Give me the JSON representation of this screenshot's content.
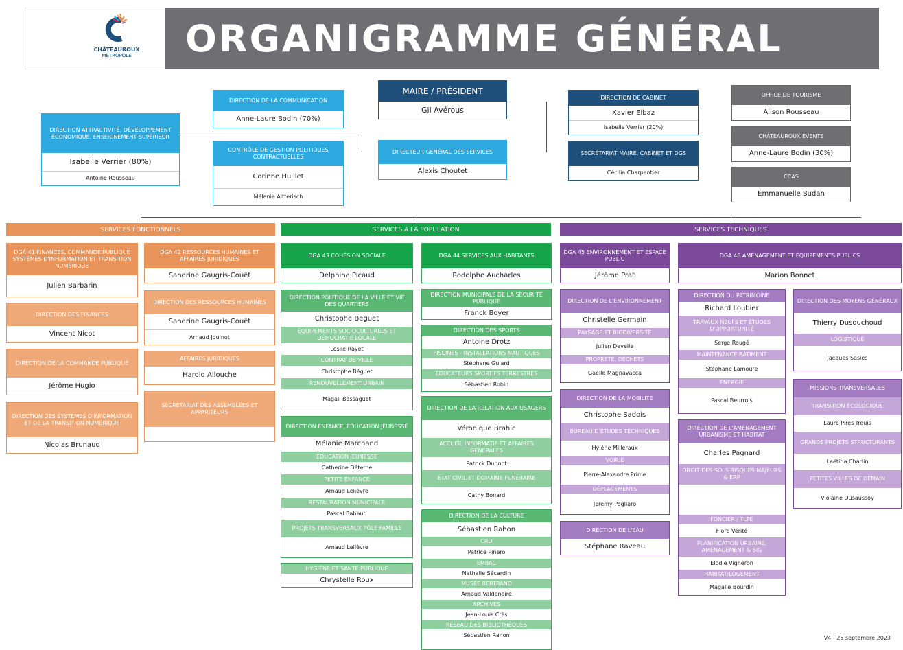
{
  "header": {
    "logo_line1": "CHÂTEAUROUX",
    "logo_line2": "MÉTROPOLE",
    "title": "ORGANIGRAMME GÉNÉRAL"
  },
  "top": {
    "attract": {
      "title": "DIRECTION ATTRACTIVITÉ, DÉVELOPPEMENT ÉCONOMIQUE, ENSEIGNEMENT SUPÉRIEUR",
      "name": "Isabelle Verrier (80%)",
      "sub": "Antoine Rousseau"
    },
    "comm": {
      "title": "DIRECTION DE LA COMMUNICATION",
      "name": "Anne-Laure Bodin (70%)"
    },
    "controle": {
      "title": "CONTRÔLE DE GESTION POLITIQUES CONTRACTUELLES",
      "name": "Corinne Huillet",
      "sub": "Mélanie Aitterisch"
    },
    "maire": {
      "title": "MAIRE / PRÉSIDENT",
      "name": "Gil Avérous"
    },
    "dgs": {
      "title": "DIRECTEUR GÉNÉRAL DES SERVICES",
      "name": "Alexis Choutet"
    },
    "cabinet": {
      "title": "DIRECTION DE CABINET",
      "name": "Xavier Elbaz",
      "sub": "Isabelle Verrier (20%)"
    },
    "secretariat": {
      "title": "SECRÉTARIAT MAIRE, CABINET ET DGS",
      "name": "Cécilia Charpentier"
    },
    "tourisme": {
      "title": "OFFICE DE TOURISME",
      "name": "Alison Rousseau"
    },
    "events": {
      "title": "CHÂTEAUROUX EVENTS",
      "name": "Anne-Laure Bodin (30%)"
    },
    "ccas": {
      "title": "CCAS",
      "name": "Emmanuelle Budan"
    }
  },
  "sections": {
    "fonctionnels": "SERVICES FONCTIONNELS",
    "population": "SERVICES À LA POPULATION",
    "techniques": "SERVICES TECHNIQUES"
  },
  "col1": {
    "dga1": {
      "title": "DGA 41 FINANCES, COMMANDE PUBLIQUE SYSTÈMES D'INFORMATION ET TRANSITION NUMÉRIQUE",
      "name": "Julien Barbarin"
    },
    "fin": {
      "title": "DIRECTION DES FINANCES",
      "name": "Vincent Nicot"
    },
    "cp": {
      "title": "DIRECTION DE LA COMMANDE PUBLIQUE",
      "name": "Jérôme Hugio"
    },
    "si": {
      "title": "DIRECTION DES SYSTÈMES D'INFORMATION ET DE LA TRANSITION NUMÉRIQUE",
      "name": "Nicolas Brunaud"
    }
  },
  "col2": {
    "dga2": {
      "title": "DGA 42 RESSOURCES HUMAINES ET AFFAIRES JURIDIQUES",
      "name": "Sandrine Gaugris-Couët"
    },
    "rh": {
      "title": "DIRECTION DES RESSOURCES HUMAINES",
      "name": "Sandrine Gaugris-Couët",
      "sub": "Arnaud Jouinot"
    },
    "aj": {
      "title": "AFFAIRES JURIDIQUES",
      "name": "Harold Allouche"
    },
    "sec": {
      "title": "SECRÉTARIAT DES ASSEMBLÉES ET APPARITEURS",
      "name": ""
    }
  },
  "col3": {
    "dga3": {
      "title": "DGA 43 COHÉSION SOCIALE",
      "name": "Delphine Picaud"
    },
    "pv": {
      "title": "DIRECTION POLITIQUE DE LA VILLE ET VIE DES QUARTIERS",
      "name": "Christophe Beguet",
      "items": [
        {
          "t": "ÉQUIPEMENTS SOCIOCULTURELS ET DÉMOCRATIE LOCALE",
          "n": "Leslie Rayet"
        },
        {
          "t": "CONTRAT DE VILLE",
          "n": "Christophe Béguet"
        },
        {
          "t": "RENOUVELLEMENT URBAIN",
          "n": "Magali Bessaguet"
        }
      ]
    },
    "enf": {
      "title": "DIRECTION ENFANCE, ÉDUCATION JEUNESSE",
      "name": "Mélanie Marchand",
      "items": [
        {
          "t": "ÉDUCATION JEUNESSE",
          "n": "Catherine Déteme"
        },
        {
          "t": "PETITE ENFANCE",
          "n": "Arnaud Lelièvre"
        },
        {
          "t": "RESTAURATION MUNICIPALE",
          "n": "Pascal Babaud"
        },
        {
          "t": "PROJETS TRANSVERSAUX PÔLE FAMILLE",
          "n": "Arnaud Lelièvre"
        }
      ]
    },
    "hyg": {
      "title": "HYGIÈNE ET SANTÉ PUBLIQUE",
      "name": "Chrystelle Roux"
    }
  },
  "col4": {
    "dga4": {
      "title": "DGA 44 SERVICES AUX HABITANTS",
      "name": "Rodolphe Aucharles"
    },
    "secu": {
      "title": "DIRECTION MUNICIPALE DE LA SÉCURITÉ PUBLIQUE",
      "name": "Franck Boyer"
    },
    "sport": {
      "title": "DIRECTION DES SPORTS",
      "name": "Antoine Drotz",
      "items": [
        {
          "t": "PISCINES - INSTALLATIONS NAUTIQUES",
          "n": "Stéphane Gulard"
        },
        {
          "t": "ÉDUCATEURS SPORTIFS TERRESTRES",
          "n": "Sébastien Robin"
        }
      ]
    },
    "rel": {
      "title": "DIRECTION DE LA RELATION AUX USAGERS",
      "name": "Véronique Brahic",
      "items": [
        {
          "t": "ACCUEIL INFORMATIF ET AFFAIRES GÉNÉRALES",
          "n": "Patrick Dupont"
        },
        {
          "t": "ÉTAT CIVIL ET DOMAINE FUNÉRAIRE",
          "n": "Cathy Bonard"
        }
      ]
    },
    "cult": {
      "title": "DIRECTION DE LA CULTURE",
      "name": "Sébastien Rahon",
      "items": [
        {
          "t": "CRD",
          "n": "Patrice Pinero"
        },
        {
          "t": "EMBAC",
          "n": "Nathalie Sécardin"
        },
        {
          "t": "MUSÉE BERTRAND",
          "n": "Arnaud Valdenaire"
        },
        {
          "t": "ARCHIVES",
          "n": "Jean-Louis Crès"
        },
        {
          "t": "RÉSEAU DES BIBLIOTHÈQUES",
          "n": "Sébastien Rahon"
        }
      ]
    }
  },
  "col5": {
    "dga5": {
      "title": "DGA 45 ENVIRONNEMENT ET ESPACE PUBLIC",
      "name": "Jérôme Prat"
    },
    "env": {
      "title": "DIRECTION DE L'ENVIRONNEMENT",
      "name": "Christelle Germain",
      "items": [
        {
          "t": "PAYSAGE ET BIODIVERSITÉ",
          "n": "Julien Develle"
        },
        {
          "t": "PROPRETÉ, DÉCHETS",
          "n": "Gaëlle Magnavacca"
        }
      ]
    },
    "mob": {
      "title": "DIRECTION DE LA MOBILITÉ",
      "name": "Christophe Sadois",
      "items": [
        {
          "t": "BUREAU D'ÉTUDES TECHNIQUES",
          "n": "Hyléne Milleraux"
        },
        {
          "t": "VOIRIE",
          "n": "Pierre-Alexandre Prime"
        },
        {
          "t": "DÉPLACEMENTS",
          "n": "Jeremy Pogliaro"
        }
      ]
    },
    "eau": {
      "title": "DIRECTION DE L'EAU",
      "name": "Stéphane Raveau"
    }
  },
  "col6": {
    "dga6": {
      "title": "DGA 46 AMÉNAGEMENT ET ÉQUIPEMENTS PUBLICS",
      "name": "Marion Bonnet"
    },
    "pat": {
      "title": "DIRECTION DU PATRIMOINE",
      "name": "Richard Loubier",
      "items": [
        {
          "t": "TRAVAUX NEUFS ET ÉTUDES D'OPPORTUNITÉ",
          "n": "Serge Rougé"
        },
        {
          "t": "MAINTENANCE BÂTIMENT",
          "n": "Stéphane Lamoure"
        },
        {
          "t": "ÉNERGIE",
          "n": "Pascal Beurrois"
        }
      ]
    },
    "amg": {
      "title": "DIRECTION DE L'AMÉNAGEMENT URBANISME ET HABITAT",
      "name": "Charles Pagnard",
      "items": [
        {
          "t": "DROIT DES SOLS RISQUES MAJEURS & ERP",
          "n": ""
        },
        {
          "t": "FONCIER / TLPE",
          "n": "Flore Vérité"
        },
        {
          "t": "PLANIFICATION URBAINE, AMÉNAGEMENT & SIG",
          "n": "Elodie Vigneron"
        },
        {
          "t": "HABITAT/LOGEMENT",
          "n": "Magalie Bourdin"
        }
      ]
    }
  },
  "col7": {
    "mg": {
      "title": "DIRECTION DES MOYENS GÉNÉRAUX",
      "name": "Thierry Dusouchoud",
      "items": [
        {
          "t": "LOGISTIQUE",
          "n": "Jacques Sasies"
        }
      ]
    },
    "mt": {
      "title": "MISSIONS TRANSVERSALES",
      "items": [
        {
          "t": "TRANSITION ÉCOLOGIQUE",
          "n": "Laure Pires-Trouis"
        },
        {
          "t": "GRANDS PROJETS STRUCTURANTS",
          "n": "Laëtitia Charlin"
        },
        {
          "t": "PETITES VILLES DE DEMAIN",
          "n": "Violaine Dusaussoy"
        }
      ]
    }
  },
  "footer": "V4 - 25 septembre 2023"
}
